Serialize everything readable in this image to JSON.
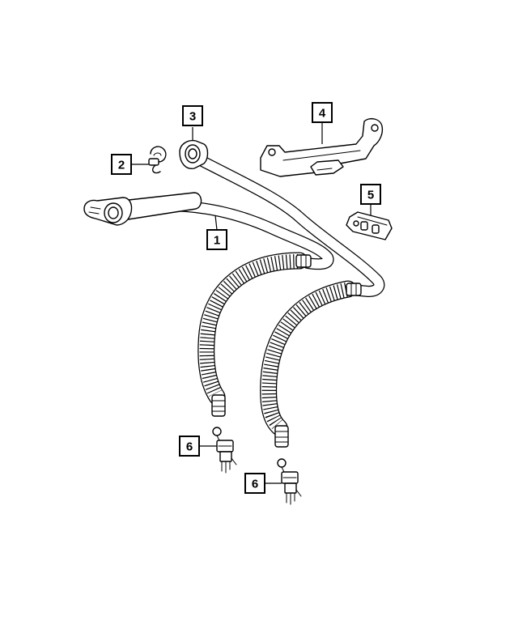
{
  "callouts": {
    "c1": "1",
    "c2": "2",
    "c3": "3",
    "c4": "4",
    "c5": "5",
    "c6a": "6",
    "c6b": "6"
  },
  "colors": {
    "line": "#000000",
    "background": "#ffffff"
  }
}
